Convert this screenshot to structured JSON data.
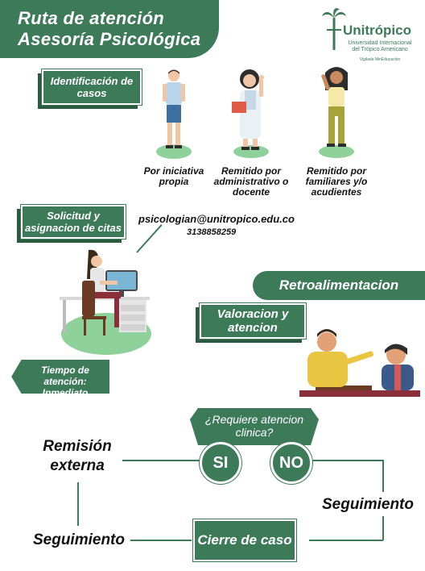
{
  "header": {
    "title_line1": "Ruta de atención",
    "title_line2": "Asesoría Psicológica"
  },
  "logo": {
    "name": "Unitrópico",
    "subtitle1": "Universidad Internacional",
    "subtitle2": "del Trópico Americano",
    "tagline": "Vigilada MinEducación",
    "icon": "palm-tree-icon"
  },
  "identification": {
    "label": "Identificación de casos",
    "options": [
      {
        "caption": "Por iniciativa propia",
        "icon": "student-figure"
      },
      {
        "caption": "Remitido por administrativo o docente",
        "icon": "teacher-figure"
      },
      {
        "caption": "Remitido por familiares y/o acudientes",
        "icon": "family-figure"
      }
    ]
  },
  "request": {
    "label": "Solicitud y asignacion de citas",
    "email": "psicologian@unitropico.edu.co",
    "phone": "3138858259"
  },
  "feedback": {
    "label": "Retroalimentacion"
  },
  "assessment": {
    "label": "Valoracion y atencion"
  },
  "attention_time": {
    "label": "Tiempo de atención: Inmediato"
  },
  "decision": {
    "question": "¿Requiere atencion clinica?",
    "yes": "SI",
    "no": "NO"
  },
  "outcomes": {
    "external": "Remisión externa",
    "followup_left": "Seguimiento",
    "followup_right": "Seguimiento",
    "close": "Cierre de caso"
  },
  "colors": {
    "green": "#3d7a5a",
    "light_green": "#8fd19b",
    "dark_green": "#2a5a40"
  }
}
